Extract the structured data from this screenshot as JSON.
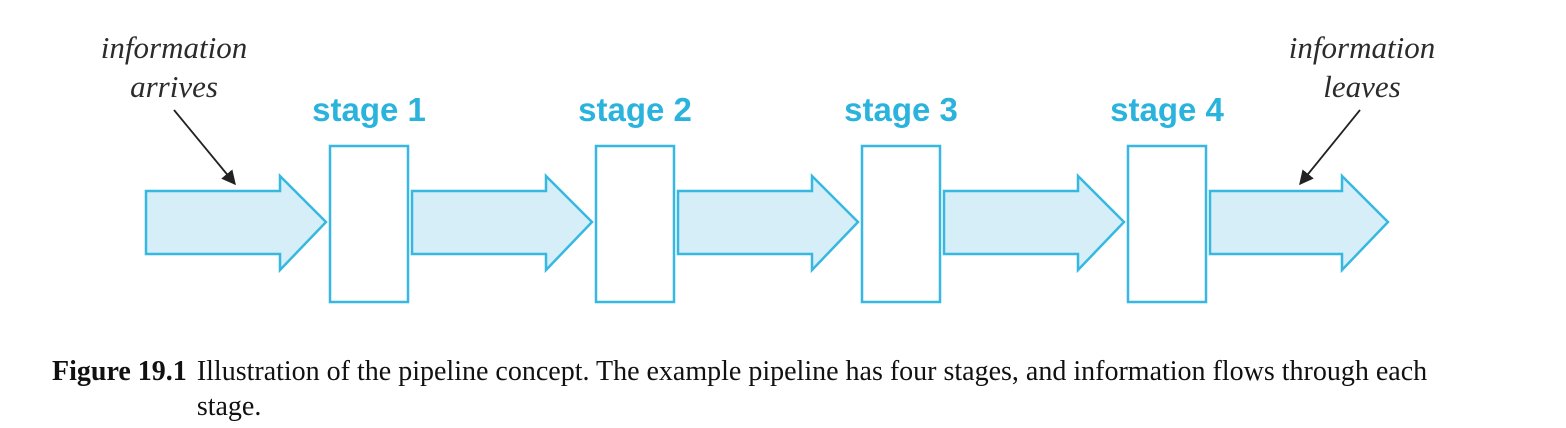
{
  "input_annotation": {
    "lines": [
      "information",
      "arrives"
    ]
  },
  "output_annotation": {
    "lines": [
      "information",
      "leaves"
    ]
  },
  "stages": [
    {
      "label": "stage 1"
    },
    {
      "label": "stage 2"
    },
    {
      "label": "stage 3"
    },
    {
      "label": "stage 4"
    }
  ],
  "colors": {
    "stage_label": "#2ab3dd",
    "arrow_stroke": "#36b8e0",
    "arrow_fill": "#d6eef8",
    "box_stroke": "#36b8e0",
    "box_fill": "#ffffff",
    "pointer": "#222222"
  },
  "caption": {
    "label": "Figure 19.1",
    "text": "Illustration of the pipeline concept. The example pipeline has four stages, and information flows through each stage."
  }
}
